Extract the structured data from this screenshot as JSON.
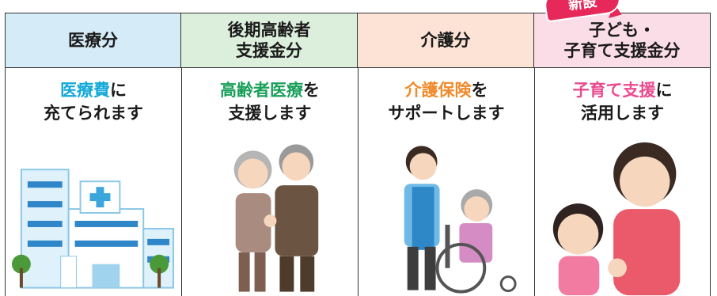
{
  "badge": "新設",
  "columns": [
    {
      "header": [
        "医療分"
      ],
      "highlight": "医療費",
      "line1_rest": "に",
      "line2": "充てられます"
    },
    {
      "header": [
        "後期高齢者",
        "支援金分"
      ],
      "highlight": "高齢者医療",
      "line1_rest": "を",
      "line2": "支援します"
    },
    {
      "header": [
        "介護分"
      ],
      "highlight": "介護保険",
      "line1_rest": "を",
      "line2": "サポートします"
    },
    {
      "header": [
        "子ども・",
        "子育て支援金分"
      ],
      "highlight": "子育て支援",
      "line1_rest": "に",
      "line2": "活用します"
    }
  ],
  "colors": {
    "blue": "#13a9d8",
    "green": "#1aa05a",
    "orange": "#f18a2b",
    "pink": "#ea4a8f",
    "badge": "#e6295a"
  }
}
